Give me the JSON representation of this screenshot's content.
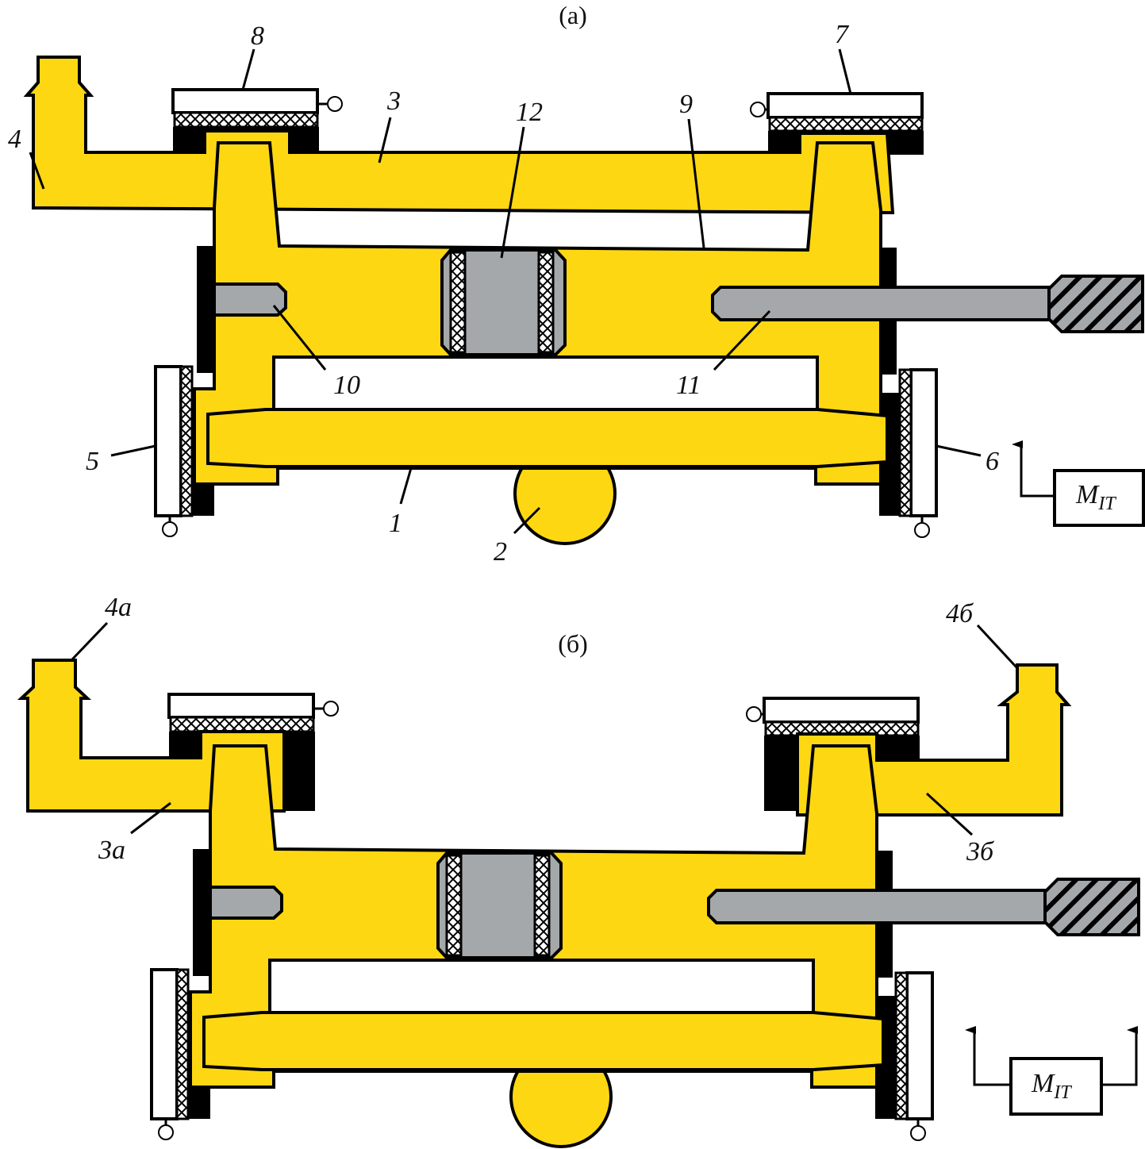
{
  "panels": [
    {
      "caption": "(a)",
      "labels": {
        "l1": "1",
        "l2": "2",
        "l3": "3",
        "l4": "4",
        "l5": "5",
        "l6": "6",
        "l7": "7",
        "l8": "8",
        "l9": "9",
        "l10": "10",
        "l11": "11",
        "l12": "12"
      },
      "meter": {
        "main": "M",
        "sub": "IT"
      }
    },
    {
      "caption": "(б)",
      "labels": {
        "l3a": "3а",
        "l3b": "3б",
        "l4a": "4а",
        "l4b": "4б"
      },
      "meter": {
        "main": "M",
        "sub": "IT"
      }
    }
  ],
  "colors": {
    "body": "#FDD712",
    "steel": "#A5A8AB",
    "outline": "#000000"
  }
}
